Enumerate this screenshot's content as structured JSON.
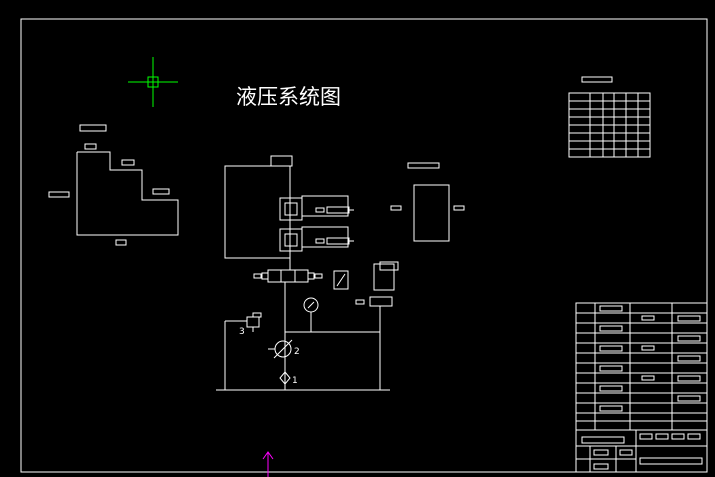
{
  "drawing": {
    "title": "液压系统图",
    "component_labels": [
      {
        "id": "1",
        "text": "1"
      },
      {
        "id": "2",
        "text": "2"
      },
      {
        "id": "3",
        "text": "3"
      }
    ]
  },
  "colors": {
    "background": "#000000",
    "lines": "#ffffff",
    "crosshair": "#00ff00",
    "ucs_arrow": "#ff00ff"
  },
  "icons": {
    "cursor": "crosshair-cursor-icon",
    "ucs": "ucs-arrow-icon",
    "pump": "pump-symbol-icon",
    "relief_valve": "relief-valve-icon",
    "gauge": "pressure-gauge-icon",
    "filter": "filter-icon",
    "cylinder": "hydraulic-cylinder-icon",
    "valve": "directional-valve-icon"
  }
}
